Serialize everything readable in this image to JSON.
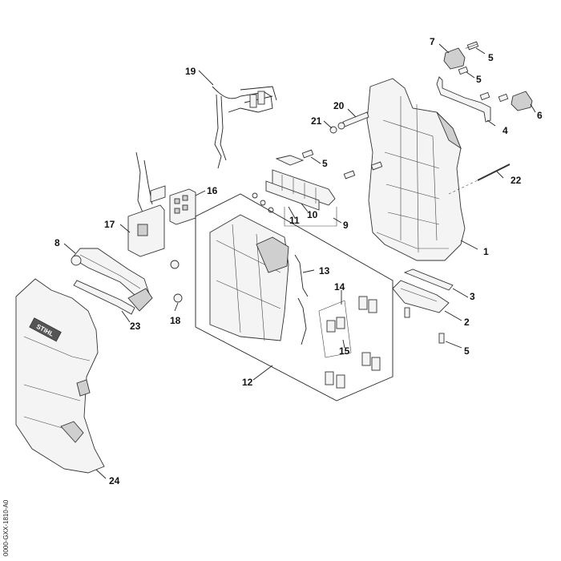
{
  "diagram": {
    "callouts": {
      "c1": "1",
      "c2": "2",
      "c3": "3",
      "c4": "4",
      "c5a": "5",
      "c5b": "5",
      "c5c": "5",
      "c5d": "5",
      "c6": "6",
      "c7": "7",
      "c8": "8",
      "c9": "9",
      "c10": "10",
      "c11": "11",
      "c12": "12",
      "c13": "13",
      "c14": "14",
      "c15": "15",
      "c16": "16",
      "c17": "17",
      "c18": "18",
      "c19": "19",
      "c20": "20",
      "c21": "21",
      "c22": "22",
      "c23": "23",
      "c24": "24"
    },
    "logo_text": "STIHL",
    "reference_code": "0000-GXX-1810-A0"
  }
}
